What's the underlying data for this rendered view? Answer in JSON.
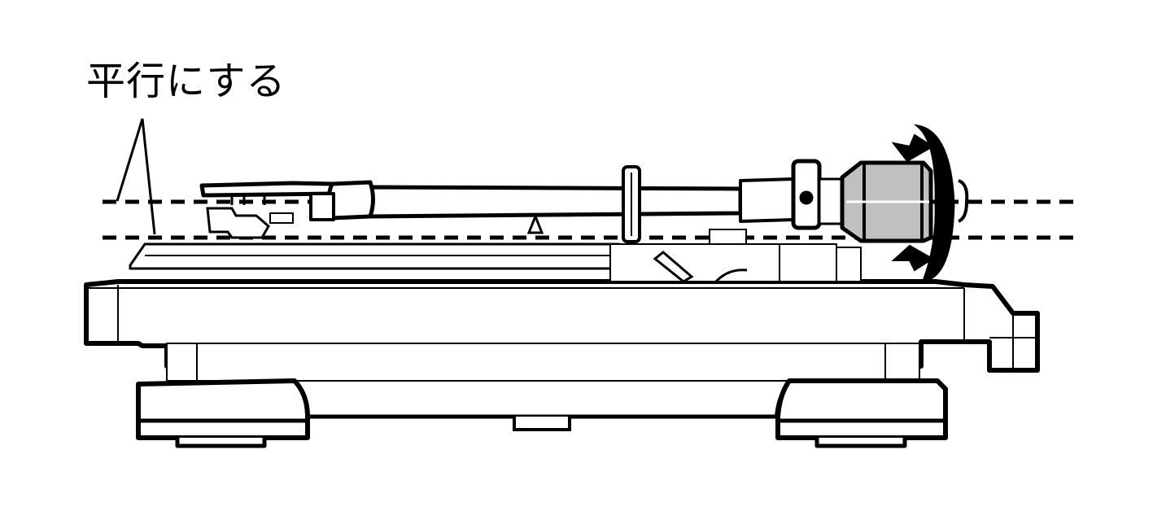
{
  "diagram": {
    "title": "Turntable tonearm horizontal balance adjustment",
    "label": "平行にする",
    "label_meaning": "Make parallel",
    "elements": [
      "turntable-base",
      "tonearm",
      "headshell-cartridge",
      "arm-rest",
      "counterweight",
      "rotation-arrow",
      "parallel-guide-lines",
      "feet"
    ],
    "colors": {
      "line": "#000000",
      "background": "#ffffff",
      "counterweight_fill": "#c0c0c0"
    }
  }
}
